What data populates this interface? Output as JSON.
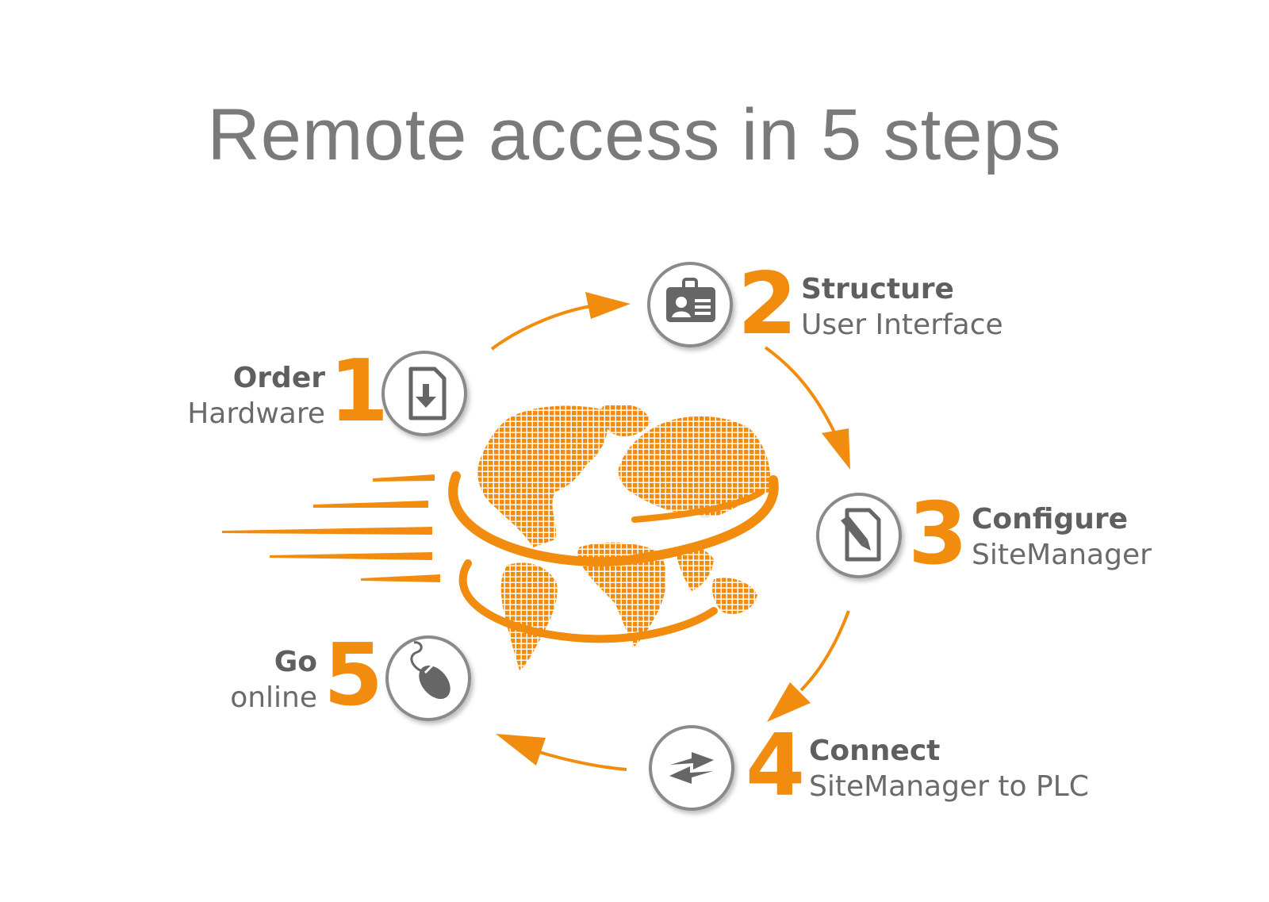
{
  "title": "Remote access in 5 steps",
  "steps": [
    {
      "number": "1",
      "title": "Order",
      "subtitle": "Hardware",
      "icon": "document-download-icon"
    },
    {
      "number": "2",
      "title": "Structure",
      "subtitle": "User Interface",
      "icon": "id-badge-icon"
    },
    {
      "number": "3",
      "title": "Configure",
      "subtitle": "SiteManager",
      "icon": "document-edit-icon"
    },
    {
      "number": "4",
      "title": "Connect",
      "subtitle": "SiteManager to PLC",
      "icon": "exchange-arrows-icon"
    },
    {
      "number": "5",
      "title": "Go",
      "subtitle": "online",
      "icon": "mouse-icon"
    }
  ],
  "colors": {
    "accent": "#f28c0f",
    "text": "#6a6a6a",
    "icon": "#666666"
  }
}
